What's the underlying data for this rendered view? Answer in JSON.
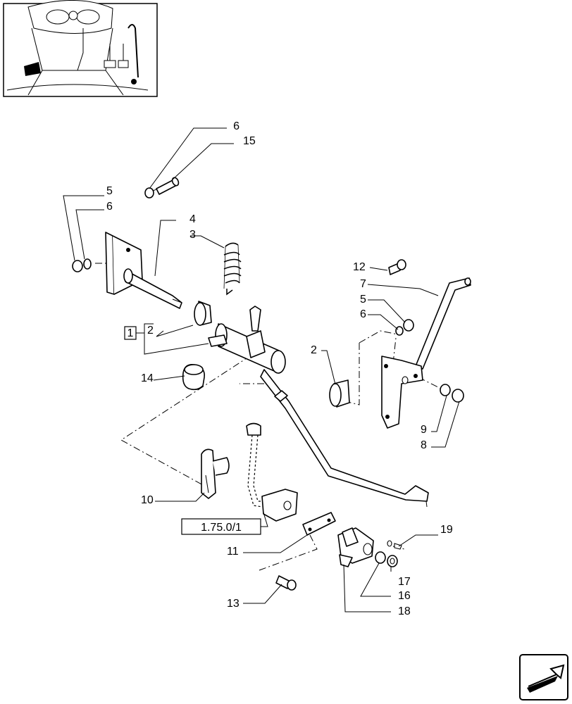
{
  "callouts": [
    "6",
    "15",
    "5",
    "6",
    "4",
    "3",
    "2",
    "14",
    "12",
    "7",
    "5",
    "6",
    "2",
    "9",
    "8",
    "10",
    "11",
    "13",
    "19",
    "17",
    "16",
    "18"
  ],
  "ref_box_1": "1",
  "ref_box_2": "1.75.0/1",
  "icons": {
    "thumbnail": "tractor-cab-pedal-location-thumbnail",
    "nav": "next-page-arrow-icon"
  },
  "colors": {
    "line": "#000000",
    "background": "#ffffff"
  }
}
